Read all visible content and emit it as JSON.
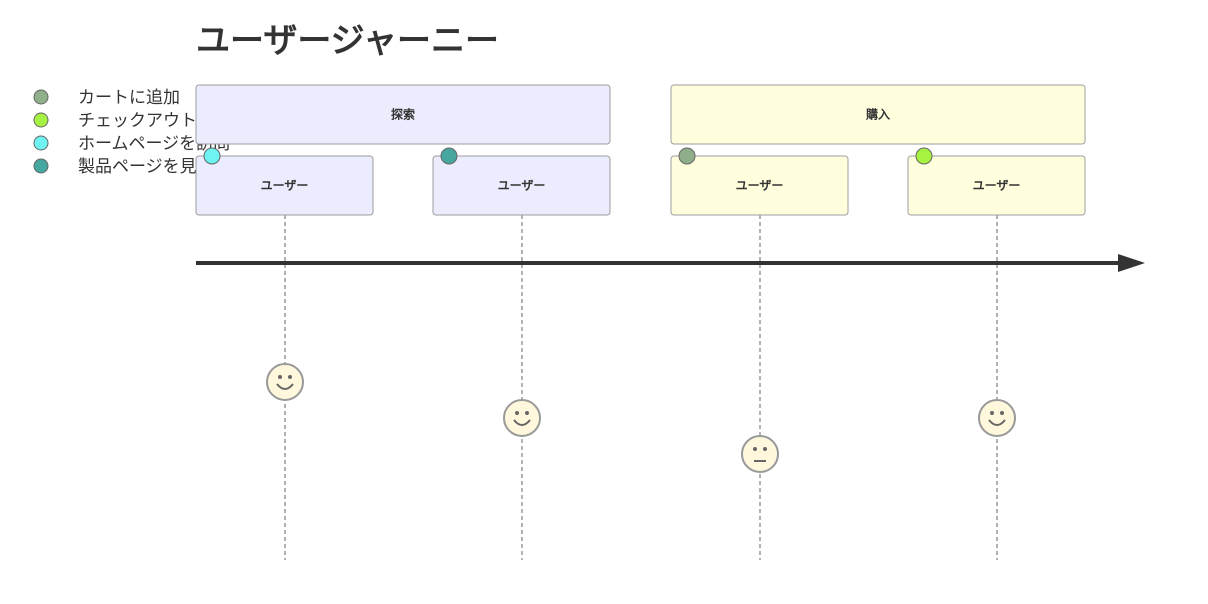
{
  "title": "ユーザージャーニー",
  "legend": [
    {
      "label": "カートに追加",
      "color": "#8FAF8A"
    },
    {
      "label": "チェックアウト",
      "color": "#A5F243"
    },
    {
      "label": "ホームページを訪問",
      "color": "#6EF2F2"
    },
    {
      "label": "製品ページを見る",
      "color": "#45A7A0"
    }
  ],
  "sections": [
    {
      "label": "探索",
      "fill": "#ECECFF"
    },
    {
      "label": "購入",
      "fill": "#FFFFDE"
    }
  ],
  "tasks": [
    {
      "label": "ユーザー",
      "section": 0,
      "actor": "ホームページを訪問",
      "score": 5,
      "face": "happy"
    },
    {
      "label": "ユーザー",
      "section": 0,
      "actor": "製品ページを見る",
      "score": 4,
      "face": "happy"
    },
    {
      "label": "ユーザー",
      "section": 1,
      "actor": "カートに追加",
      "score": 3,
      "face": "neutral"
    },
    {
      "label": "ユーザー",
      "section": 1,
      "actor": "チェックアウト",
      "score": 4,
      "face": "happy"
    }
  ],
  "colors": {
    "box_stroke": "#9370DB",
    "section_stroke": "#9D9D9D",
    "arrow": "#333333",
    "face_fill": "#FFF8DC",
    "face_stroke": "#999999",
    "dashed_line": "#666666"
  }
}
